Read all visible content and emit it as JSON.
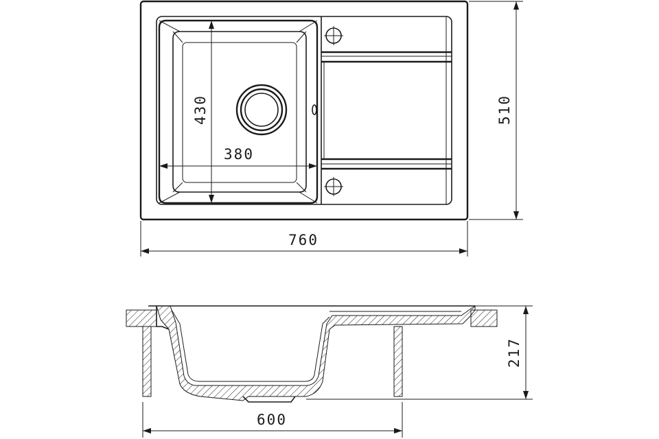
{
  "dimensions": {
    "top_view": {
      "overall_width": "760",
      "overall_depth": "510",
      "bowl_depth": "430",
      "bowl_width": "380"
    },
    "section_view": {
      "cabinet_width": "600",
      "sink_height": "217"
    }
  },
  "colors": {
    "line": "#1a1a1a",
    "background": "#ffffff"
  }
}
